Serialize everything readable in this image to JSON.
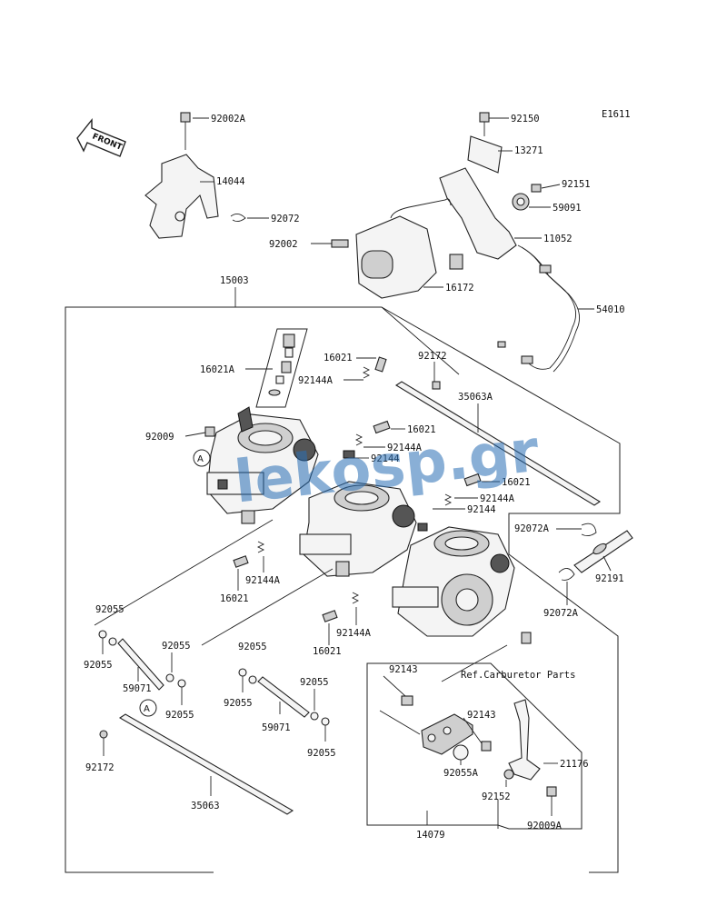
{
  "diagram_id": "E1611",
  "front_label": "FRONT",
  "ref_note": "Ref.Carburetor Parts",
  "watermark": "lekosp.gr",
  "callout_a": "A",
  "labels": {
    "p92002A": "92002A",
    "p14044": "14044",
    "p92072": "92072",
    "p92150": "92150",
    "p13271": "13271",
    "p92151": "92151",
    "p59091": "59091",
    "p92002": "92002",
    "p11052": "11052",
    "p16172": "16172",
    "p15003": "15003",
    "p54010": "54010",
    "p16021A": "16021A",
    "p16021_a": "16021",
    "p92144A_a": "92144A",
    "p92172_a": "92172",
    "p35063A": "35063A",
    "p92009": "92009",
    "p16021_b": "16021",
    "p92144A_b": "92144A",
    "p92144_a": "92144",
    "p16021_c": "16021",
    "p92144A_c": "92144A",
    "p92144_b": "92144",
    "p92072A_a": "92072A",
    "p92191": "92191",
    "p92144A_d": "92144A",
    "p16021_d": "16021",
    "p92072A_b": "92072A",
    "p92144A_e": "92144A",
    "p16021_e": "16021",
    "p92055_a": "92055",
    "p92055_b": "92055",
    "p59071_a": "59071",
    "p92055_c": "92055",
    "p92055_d": "92055",
    "p92055_e": "92055",
    "p92055_f": "92055",
    "p92055_g": "92055",
    "p59071_b": "59071",
    "p92055_h": "92055",
    "p92143_a": "92143",
    "p92143_b": "92143",
    "p21176": "21176",
    "p92055A": "92055A",
    "p92152": "92152",
    "p92009A": "92009A",
    "p14079": "14079",
    "p92172_b": "92172",
    "p35063": "35063"
  }
}
